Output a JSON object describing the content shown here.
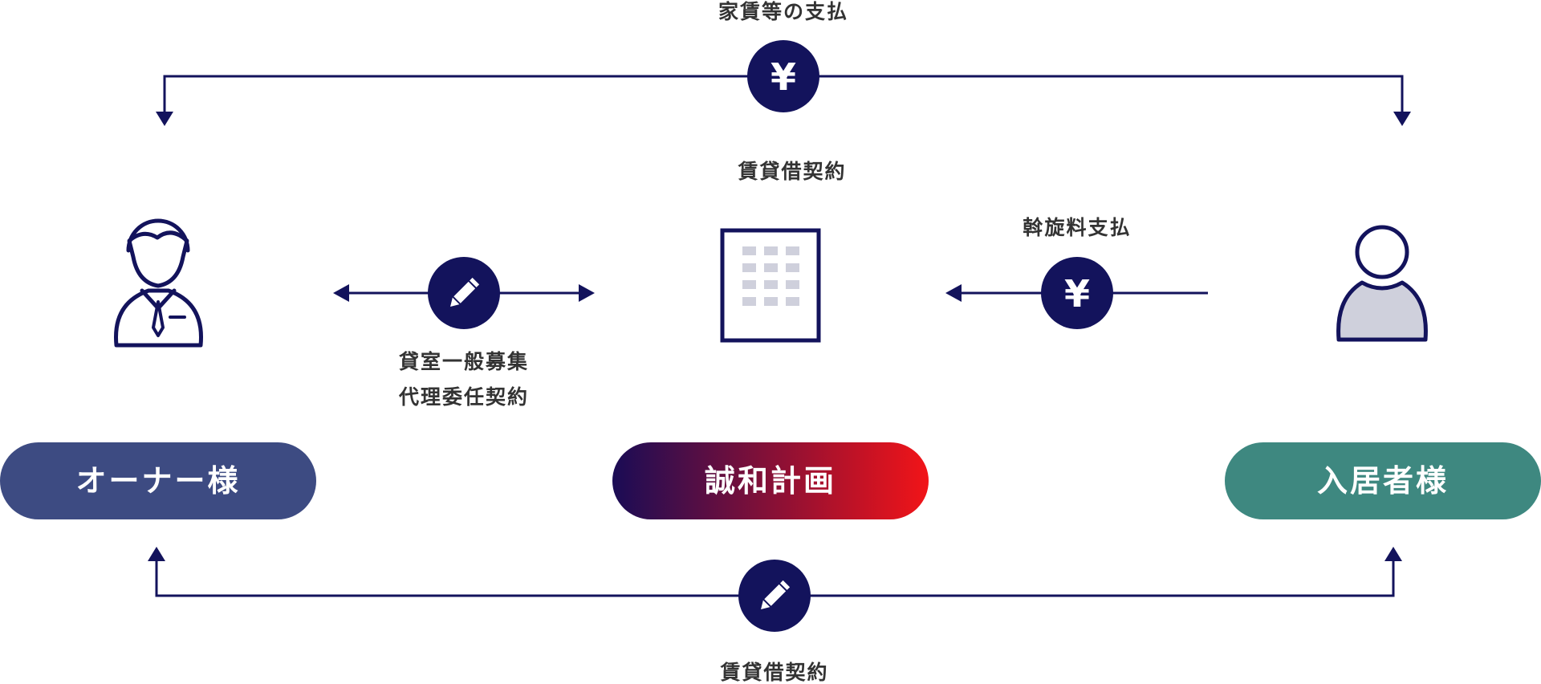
{
  "labels": {
    "top_payment": "家賃等の支払",
    "lease_contract_middle": "賃貸借契約",
    "brokerage_fee": "斡旋料支払",
    "agency_contract_line1": "貸室一般募集",
    "agency_contract_line2": "代理委任契約",
    "lease_contract_bottom": "賃貸借契約"
  },
  "parties": {
    "owner": "オーナー様",
    "company": "誠和計画",
    "tenant": "入居者様"
  },
  "symbols": {
    "yen": "¥"
  },
  "colors": {
    "navy": "#13135c",
    "owner_pill": "#3d4b82",
    "tenant_pill": "#3e8880",
    "gradient_start": "#1a0c55",
    "gradient_end": "#f21418",
    "label_text": "#333333",
    "building_windows": "#cfd0dc",
    "tenant_body": "#cfd0dc"
  }
}
